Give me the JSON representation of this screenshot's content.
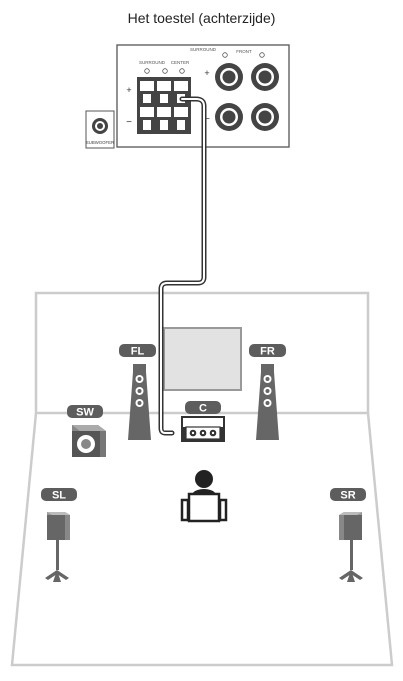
{
  "title": "Het toestel (achterzijde)",
  "panel": {
    "header": "SURROUND",
    "left_group_labels": [
      "SURROUND",
      "CENTER"
    ],
    "right_group_label": "FRONT",
    "plus_sign": "+",
    "minus_sign": "−",
    "subwoofer_port_label": "SUBWOOFER"
  },
  "speakers": {
    "front_left": "FL",
    "front_right": "FR",
    "center": "C",
    "subwoofer": "SW",
    "surround_left": "SL",
    "surround_right": "SR"
  },
  "colors": {
    "line": "#555555",
    "label_bg": "#5d5d5d",
    "label_text": "#ffffff",
    "room_wall": "#cccccc",
    "tv_fill": "#e2e2e2"
  }
}
